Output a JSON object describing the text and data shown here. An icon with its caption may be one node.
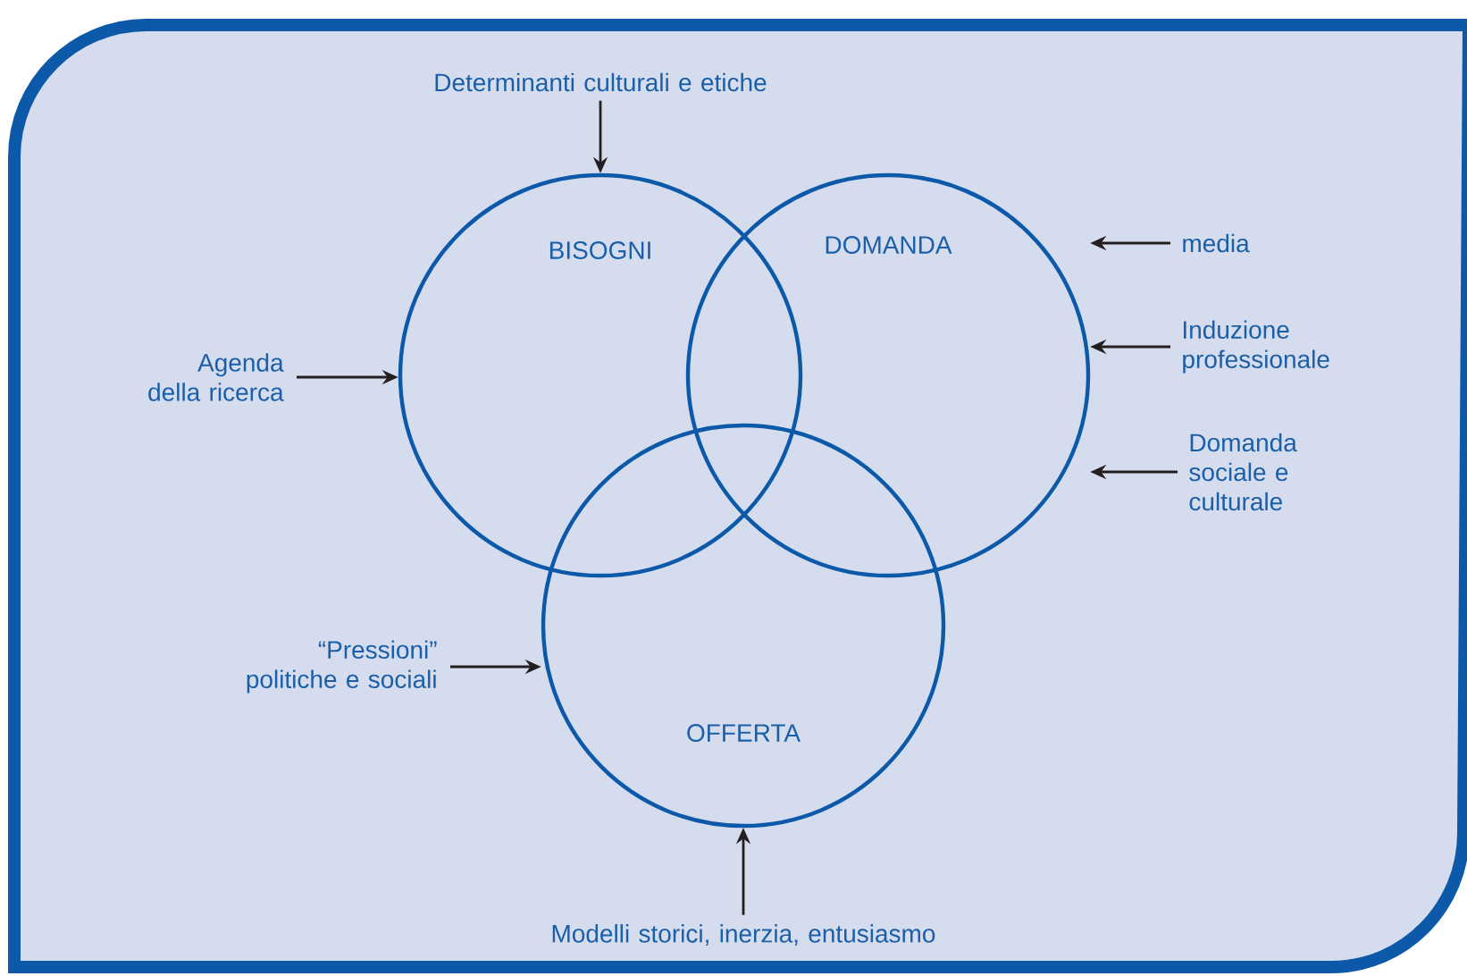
{
  "diagram": {
    "nodes": [
      {
        "text": [
          "BISOGNI"
        ]
      },
      {
        "text": [
          "DOMANDA"
        ]
      },
      {
        "text": [
          "OFFERTA"
        ]
      },
      {
        "text": [
          "Determinanti culturali e etiche"
        ]
      },
      {
        "text": [
          "Agenda della ricerca"
        ]
      },
      {
        "text": [
          "media"
        ]
      },
      {
        "text": [
          "Induzione professionale"
        ]
      },
      {
        "text": [
          "Domanda sociale e culturale"
        ]
      },
      {
        "text": [
          "“Pressioni” politiche e sociali"
        ]
      },
      {
        "text": [
          "Modelli storici, inerzia, entusiasmo"
        ]
      }
    ],
    "edges": [
      {
        "from": 3,
        "to": 0,
        "arrow": "to"
      },
      {
        "from": 4,
        "to": 0,
        "arrow": "to"
      },
      {
        "from": 5,
        "to": 1,
        "arrow": "to"
      },
      {
        "from": 6,
        "to": 1,
        "arrow": "to"
      },
      {
        "from": 7,
        "to": 1,
        "arrow": "to"
      },
      {
        "from": 8,
        "to": 2,
        "arrow": "to"
      },
      {
        "from": 9,
        "to": 2,
        "arrow": "to"
      }
    ]
  }
}
